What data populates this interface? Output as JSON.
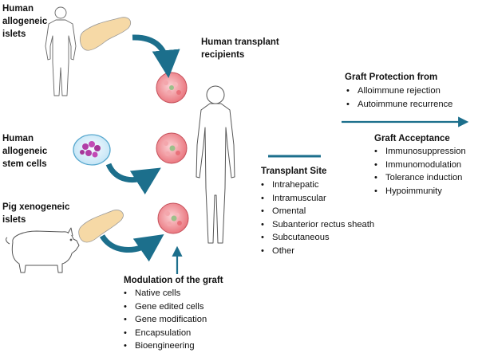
{
  "sources": {
    "human_islets": [
      "Human",
      "allogeneic",
      "islets"
    ],
    "stem_cells": [
      "Human",
      "allogeneic",
      "stem cells"
    ],
    "pig_islets": [
      "Pig xenogeneic",
      "islets"
    ]
  },
  "recipients_label": [
    "Human transplant",
    "recipients"
  ],
  "transplant_site": {
    "title": "Transplant Site",
    "items": [
      "Intrahepatic",
      "Intramuscular",
      "Omental",
      "Subanterior rectus sheath",
      "Subcutaneous",
      "Other"
    ]
  },
  "modulation": {
    "title": "Modulation of the graft",
    "items": [
      "Native cells",
      "Gene edited cells",
      "Gene modification",
      "Encapsulation",
      "Bioengineering"
    ]
  },
  "graft_protection": {
    "title": "Graft Protection from",
    "items": [
      "Alloimmune rejection",
      "Autoimmune recurrence"
    ]
  },
  "graft_acceptance": {
    "title": "Graft Acceptance",
    "items": [
      "Immunosuppression",
      "Immunomodulation",
      "Tolerance induction",
      "Hypoimmunity"
    ]
  },
  "colors": {
    "arrow": "#1c6f8c",
    "pancreas": "#f6d9a6",
    "islet": "#f07f86"
  },
  "icons": [
    "human-silhouette-icon",
    "pancreas-icon",
    "stem-cell-dish-icon",
    "pig-icon",
    "islet-cluster-icon",
    "curved-arrow-icon"
  ]
}
